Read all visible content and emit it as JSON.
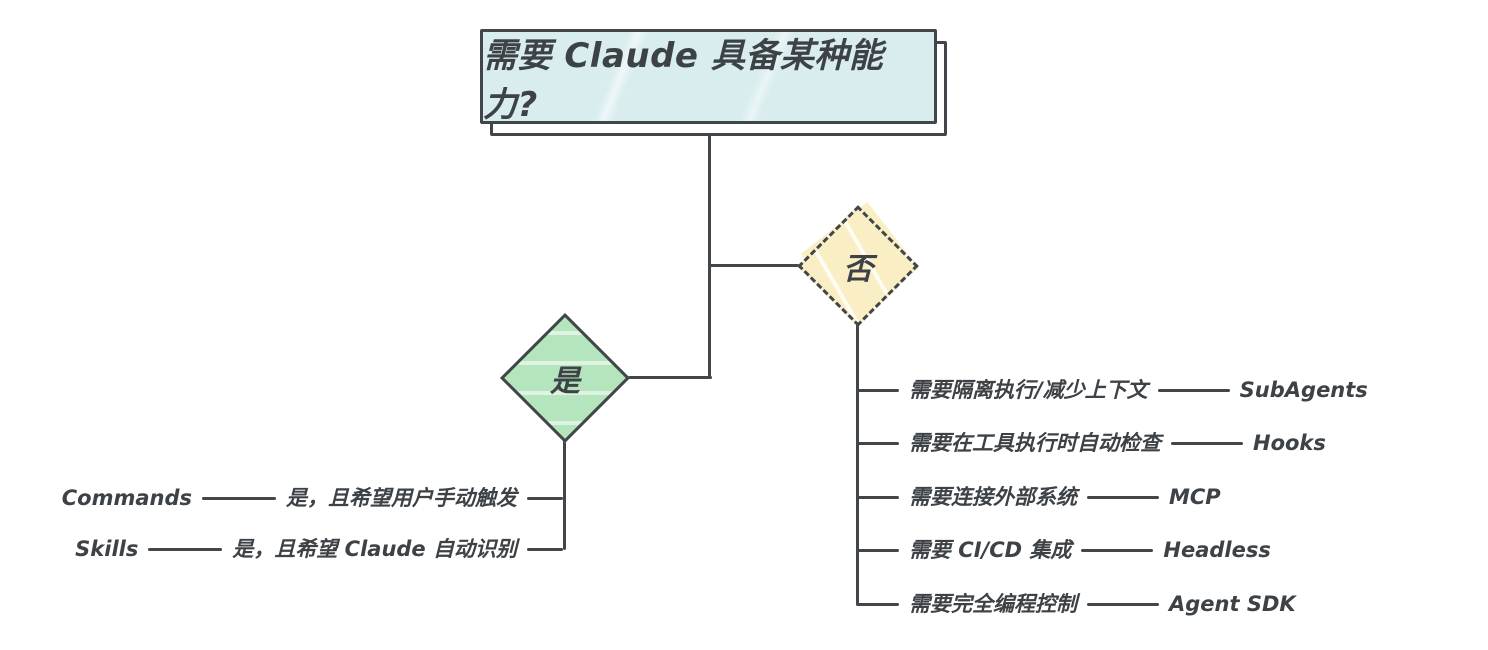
{
  "colors": {
    "background": "#ffffff",
    "line": "#41464a",
    "text": "#3d4247",
    "title_fill": "#d9edef",
    "yes_fill": "#b5e5bc",
    "no_fill": "#faeec5"
  },
  "root": {
    "question": "需要 Claude 具备某种能力?"
  },
  "decisions": {
    "yes": "是",
    "no": "否"
  },
  "yes_branch": [
    {
      "tool": "Commands",
      "condition": "是，且希望用户手动触发"
    },
    {
      "tool": "Skills",
      "condition": "是，且希望 Claude 自动识别"
    }
  ],
  "no_branch": [
    {
      "condition": "需要隔离执行/减少上下文",
      "tool": "SubAgents"
    },
    {
      "condition": "需要在工具执行时自动检查",
      "tool": "Hooks"
    },
    {
      "condition": "需要连接外部系统",
      "tool": "MCP"
    },
    {
      "condition": "需要 CI/CD 集成",
      "tool": "Headless"
    },
    {
      "condition": "需要完全编程控制",
      "tool": "Agent SDK"
    }
  ]
}
